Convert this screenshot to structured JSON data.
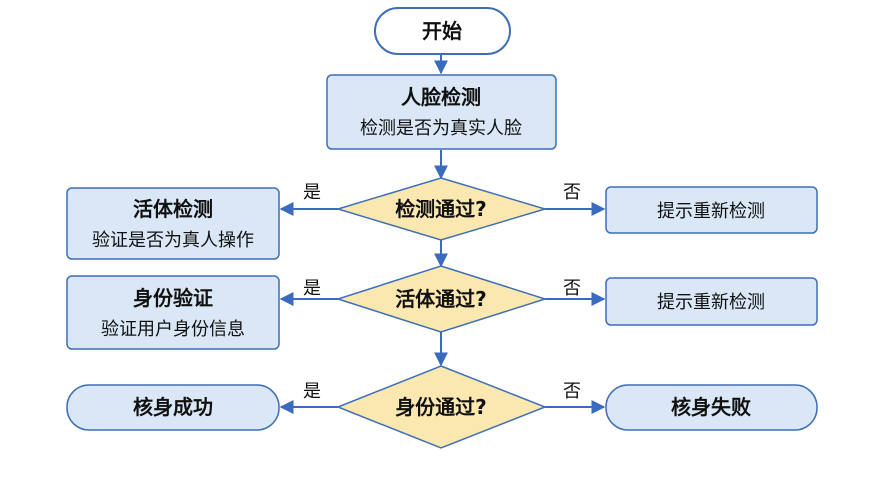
{
  "colors": {
    "box_fill": "#d9e7f6",
    "box_stroke": "#3f6fb5",
    "start_fill": "#ffffff",
    "diamond_fill": "#fbe8b0",
    "diamond_stroke": "#3f6fb5",
    "arrow": "#3a6bbf"
  },
  "diagram": {
    "start": "开始",
    "face_detect": {
      "title": "人脸检测",
      "subtitle": "检测是否为真实人脸"
    },
    "decision1": "检测通过?",
    "liveness": {
      "title": "活体检测",
      "subtitle": "验证是否为真人操作"
    },
    "retry1": "提示重新检测",
    "decision2": "活体通过?",
    "identity": {
      "title": "身份验证",
      "subtitle": "验证用户身份信息"
    },
    "retry2": "提示重新检测",
    "decision3": "身份通过?",
    "success": "核身成功",
    "failure": "核身失败",
    "yes": "是",
    "no": "否"
  }
}
